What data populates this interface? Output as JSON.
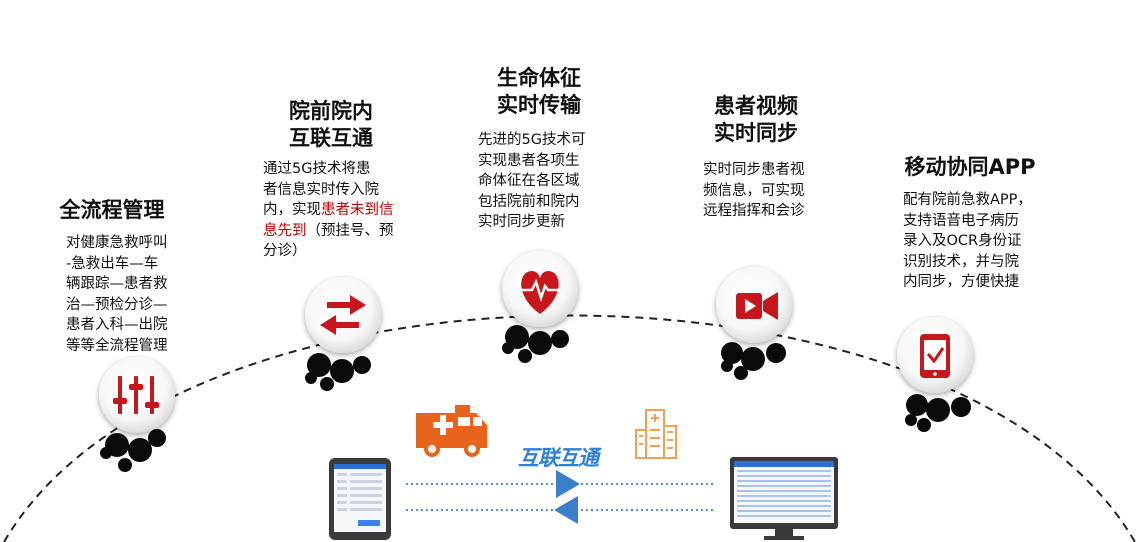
{
  "nodes": [
    {
      "title_lines": [
        "全流程管理"
      ],
      "desc_lines": [
        "对健康急救呼叫",
        "-急救出车—车",
        "辆跟踪—患者救",
        "治—预检分诊—",
        "患者入科—出院",
        "等等全流程管理"
      ],
      "icon": "sliders-icon"
    },
    {
      "title_lines": [
        "院前院内",
        "互联互通"
      ],
      "desc_lines": [
        "通过5G技术将患",
        "者信息实时传入院",
        "内，实现"
      ],
      "desc_highlight": "患者未到信息先到",
      "desc_tail": "（预挂号、预分诊）",
      "icon": "exchange-arrows-icon"
    },
    {
      "title_lines": [
        "生命体征",
        "实时传输"
      ],
      "desc_lines": [
        "先进的5G技术可",
        "实现患者各项生",
        "命体征在各区域",
        "包括院前和院内",
        "实时同步更新"
      ],
      "icon": "heart-pulse-icon"
    },
    {
      "title_lines": [
        "患者视频",
        "实时同步"
      ],
      "desc_lines": [
        "实时同步患者视",
        "频信息，可实现",
        "远程指挥和会诊"
      ],
      "icon": "video-camera-icon"
    },
    {
      "title_lines": [
        "移动协同APP"
      ],
      "desc_lines": [
        "配有院前急救APP，",
        "支持语音电子病历",
        "录入及OCR身份证",
        "识别技术，并与院",
        "内同步，方便快捷"
      ],
      "icon": "mobile-check-icon"
    }
  ],
  "center": {
    "link_label": "互联互通",
    "icons": [
      "ambulance-icon",
      "hospital-icon",
      "tablet-icon",
      "monitor-icon"
    ]
  },
  "colors": {
    "accent_red": "#c00000",
    "icon_red": "#c8161d",
    "ambulance_orange": "#e8641c",
    "hospital_orange": "#f0a050",
    "link_blue": "#2f7fd6",
    "arrow_blue": "#3b7fcc"
  }
}
